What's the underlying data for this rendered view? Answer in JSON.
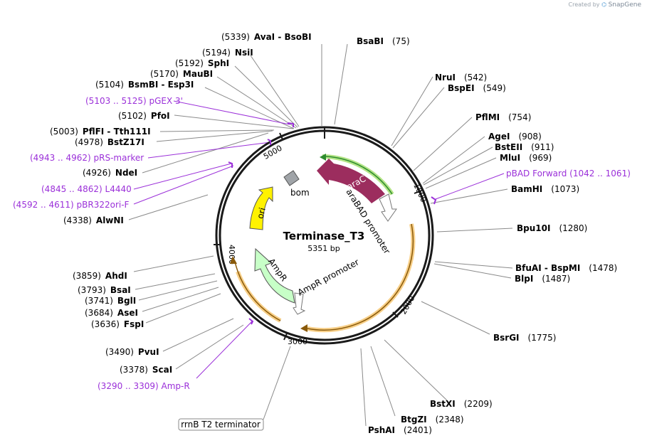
{
  "credit": {
    "prefix": "Created by",
    "brand": "SnapGene"
  },
  "plasmid": {
    "name": "Terminase_T3",
    "length_label": "5351 bp"
  },
  "tick_labels": [
    "1000",
    "2000",
    "3000",
    "4000",
    "5000"
  ],
  "features": {
    "araC": "araC",
    "araBAD_promoter": "araBAD promoter",
    "ori": "ori",
    "bom": "bom",
    "AmpR": "AmpR",
    "AmpR_promoter": "AmpR promoter"
  },
  "sites": [
    {
      "id": "aval",
      "num": "(5339)",
      "name": "AvaI  - BsoBI",
      "pos": "left"
    },
    {
      "id": "nsii",
      "num": "(5194)",
      "name": "NsiI",
      "pos": "left"
    },
    {
      "id": "sphi",
      "num": "(5192)",
      "name": "SphI",
      "pos": "left"
    },
    {
      "id": "maubi",
      "num": "(5170)",
      "name": "MauBI",
      "pos": "left"
    },
    {
      "id": "bsmbi",
      "num": "(5104)",
      "name": "BsmBI  - Esp3I",
      "pos": "left"
    },
    {
      "id": "pfoi",
      "num": "(5102)",
      "name": "PfoI",
      "pos": "left"
    },
    {
      "id": "pflfi",
      "num": "(5003)",
      "name": "PflFI  - Tth111I",
      "pos": "left"
    },
    {
      "id": "bstz17i",
      "num": "(4978)",
      "name": "BstZ17I",
      "pos": "left"
    },
    {
      "id": "ndei",
      "num": "(4926)",
      "name": "NdeI",
      "pos": "left"
    },
    {
      "id": "alwni",
      "num": "(4338)",
      "name": "AlwNI",
      "pos": "left"
    },
    {
      "id": "ahdi",
      "num": "(3859)",
      "name": "AhdI",
      "pos": "left"
    },
    {
      "id": "bsai",
      "num": "(3793)",
      "name": "BsaI",
      "pos": "left"
    },
    {
      "id": "bgli",
      "num": "(3741)",
      "name": "BglI",
      "pos": "left"
    },
    {
      "id": "asei",
      "num": "(3684)",
      "name": "AseI",
      "pos": "left"
    },
    {
      "id": "fspi",
      "num": "(3636)",
      "name": "FspI",
      "pos": "left"
    },
    {
      "id": "pvui",
      "num": "(3490)",
      "name": "PvuI",
      "pos": "left"
    },
    {
      "id": "scai",
      "num": "(3378)",
      "name": "ScaI",
      "pos": "left"
    },
    {
      "id": "bsabi",
      "num": "(75)",
      "name": "BsaBI",
      "pos": "right"
    },
    {
      "id": "nrui",
      "num": "(542)",
      "name": "NruI",
      "pos": "right"
    },
    {
      "id": "bspei",
      "num": "(549)",
      "name": "BspEI",
      "pos": "right"
    },
    {
      "id": "pflmi",
      "num": "(754)",
      "name": "PflMI",
      "pos": "right"
    },
    {
      "id": "agei",
      "num": "(908)",
      "name": "AgeI",
      "pos": "right"
    },
    {
      "id": "bsteii",
      "num": "(911)",
      "name": "BstEII",
      "pos": "right"
    },
    {
      "id": "mlui",
      "num": "(969)",
      "name": "MluI",
      "pos": "right"
    },
    {
      "id": "bamhi",
      "num": "(1073)",
      "name": "BamHI",
      "pos": "right"
    },
    {
      "id": "bpu10i",
      "num": "(1280)",
      "name": "Bpu10I",
      "pos": "right"
    },
    {
      "id": "bfuai",
      "num": "(1478)",
      "name": "BfuAI  - BspMI",
      "pos": "right"
    },
    {
      "id": "blpi",
      "num": "(1487)",
      "name": "BlpI",
      "pos": "right"
    },
    {
      "id": "bsrgi",
      "num": "(1775)",
      "name": "BsrGI",
      "pos": "right"
    },
    {
      "id": "bstxi",
      "num": "(2209)",
      "name": "BstXI",
      "pos": "right"
    },
    {
      "id": "btgzi",
      "num": "(2348)",
      "name": "BtgZI",
      "pos": "right"
    },
    {
      "id": "pshai",
      "num": "(2401)",
      "name": "PshAI",
      "pos": "right"
    }
  ],
  "primers": [
    {
      "id": "pgex3",
      "text": "(5103 .. 5125)  pGEX 3'"
    },
    {
      "id": "prsmarker",
      "text": "(4943 .. 4962)  pRS-marker"
    },
    {
      "id": "l4440",
      "text": "(4845 .. 4862)  L4440"
    },
    {
      "id": "pbr322ori",
      "text": "(4592 .. 4611)  pBR322ori-F"
    },
    {
      "id": "pbadfwd",
      "text": "pBAD Forward   (1042 .. 1061)"
    },
    {
      "id": "ampr_primer",
      "text": "(3290 .. 3309)  Amp-R"
    }
  ],
  "terminator": "rrnB T2 terminator",
  "colors": {
    "backbone": "#1a1a1a",
    "araC": "#9c2d5e",
    "araC_glow": "#8bd645",
    "orange_glow": "#f2b548",
    "ori": "#fff200",
    "AmpR": "#c7ffc7",
    "primer": "#9b30d9"
  }
}
